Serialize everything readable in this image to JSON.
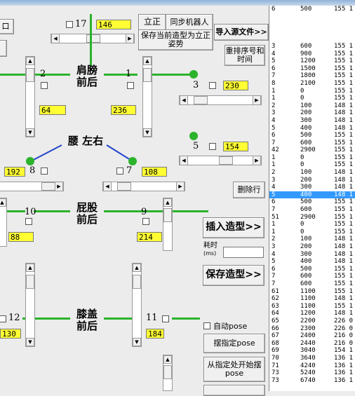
{
  "toolbar": {
    "btn_left_cut": "口",
    "joint17_label": "17",
    "joint17_value": "146",
    "stand_btn": "立正",
    "sync_btn": "同步机器人",
    "save_stand_btn": "保存当前造型为立正姿势",
    "import_btn": "导入源文件>>"
  },
  "groups": {
    "shoulder": "肩膀\n前后",
    "waist": "腰  左右",
    "hip": "屁股\n前后",
    "knee": "膝盖\n前后"
  },
  "joints": {
    "j1": {
      "label": "1",
      "value": "236"
    },
    "j2": {
      "label": "2",
      "value": "64"
    },
    "j3": {
      "label": "3",
      "value": "230"
    },
    "j5": {
      "label": "5",
      "value": "154"
    },
    "j7": {
      "label": "7",
      "value": "108"
    },
    "j8": {
      "label": "8",
      "value": "192"
    },
    "j9": {
      "label": "9",
      "value": "214"
    },
    "j10": {
      "label": "10",
      "value": "88"
    },
    "j11": {
      "label": "11",
      "value": "184"
    },
    "j12": {
      "label": "12",
      "value": "130"
    }
  },
  "actions": {
    "reorder_btn": "重排序号和时间",
    "delete_row_btn": "删除行",
    "insert_pose_btn": "插入造型>>",
    "time_label": "耗时",
    "time_unit": "(ms)",
    "time_value": "",
    "save_pose_btn": "保存造型>>",
    "auto_pose_label": "自动pose",
    "pose_at_btn": "摆指定pose",
    "start_from_btn": "从指定处开始摆pose"
  },
  "pose_list": {
    "selected_index": 25,
    "rows": [
      [
        "6",
        "500",
        "155 1"
      ],
      [
        "",
        "",
        ""
      ],
      [
        "",
        "",
        ""
      ],
      [
        "",
        "",
        ""
      ],
      [
        "",
        "",
        ""
      ],
      [
        "3",
        "600",
        "155 1"
      ],
      [
        "4",
        "900",
        "155 1"
      ],
      [
        "5",
        "1200",
        "155 1"
      ],
      [
        "6",
        "1500",
        "155 1"
      ],
      [
        "7",
        "1800",
        "155 1"
      ],
      [
        "8",
        "2100",
        "155 1"
      ],
      [
        "1",
        "0",
        "155 1"
      ],
      [
        "1",
        "0",
        "155 1"
      ],
      [
        "2",
        "100",
        "148 1"
      ],
      [
        "3",
        "200",
        "148 1"
      ],
      [
        "4",
        "300",
        "148 1"
      ],
      [
        "5",
        "400",
        "148 1"
      ],
      [
        "6",
        "500",
        "155 1"
      ],
      [
        "7",
        "600",
        "155 1"
      ],
      [
        "42",
        "2900",
        "155 1"
      ],
      [
        "1",
        "0",
        "155 1"
      ],
      [
        "1",
        "0",
        "155 1"
      ],
      [
        "2",
        "100",
        "148 1"
      ],
      [
        "3",
        "200",
        "148 1"
      ],
      [
        "4",
        "300",
        "148 1"
      ],
      [
        "5",
        "400",
        "148 1"
      ],
      [
        "6",
        "500",
        "155 1"
      ],
      [
        "7",
        "600",
        "155 1"
      ],
      [
        "51",
        "2900",
        "155 1"
      ],
      [
        "1",
        "0",
        "155 1"
      ],
      [
        "1",
        "0",
        "155 1"
      ],
      [
        "2",
        "100",
        "148 1"
      ],
      [
        "3",
        "200",
        "148 1"
      ],
      [
        "4",
        "300",
        "148 1"
      ],
      [
        "5",
        "400",
        "148 1"
      ],
      [
        "6",
        "500",
        "155 1"
      ],
      [
        "7",
        "600",
        "155 1"
      ],
      [
        "7",
        "600",
        "155 1"
      ],
      [
        "61",
        "1100",
        "155 1"
      ],
      [
        "62",
        "1100",
        "148 1"
      ],
      [
        "63",
        "1100",
        "155 1"
      ],
      [
        "64",
        "1200",
        "148 1"
      ],
      [
        "65",
        "2200",
        "226 0"
      ],
      [
        "66",
        "2300",
        "226 0"
      ],
      [
        "67",
        "2400",
        "216 0"
      ],
      [
        "68",
        "2440",
        "216 0"
      ],
      [
        "69",
        "3040",
        "154 1"
      ],
      [
        "70",
        "3640",
        "136 1"
      ],
      [
        "71",
        "4240",
        "136 1"
      ],
      [
        "73",
        "5240",
        "136 1"
      ],
      [
        "73",
        "6740",
        "136 1"
      ]
    ]
  }
}
